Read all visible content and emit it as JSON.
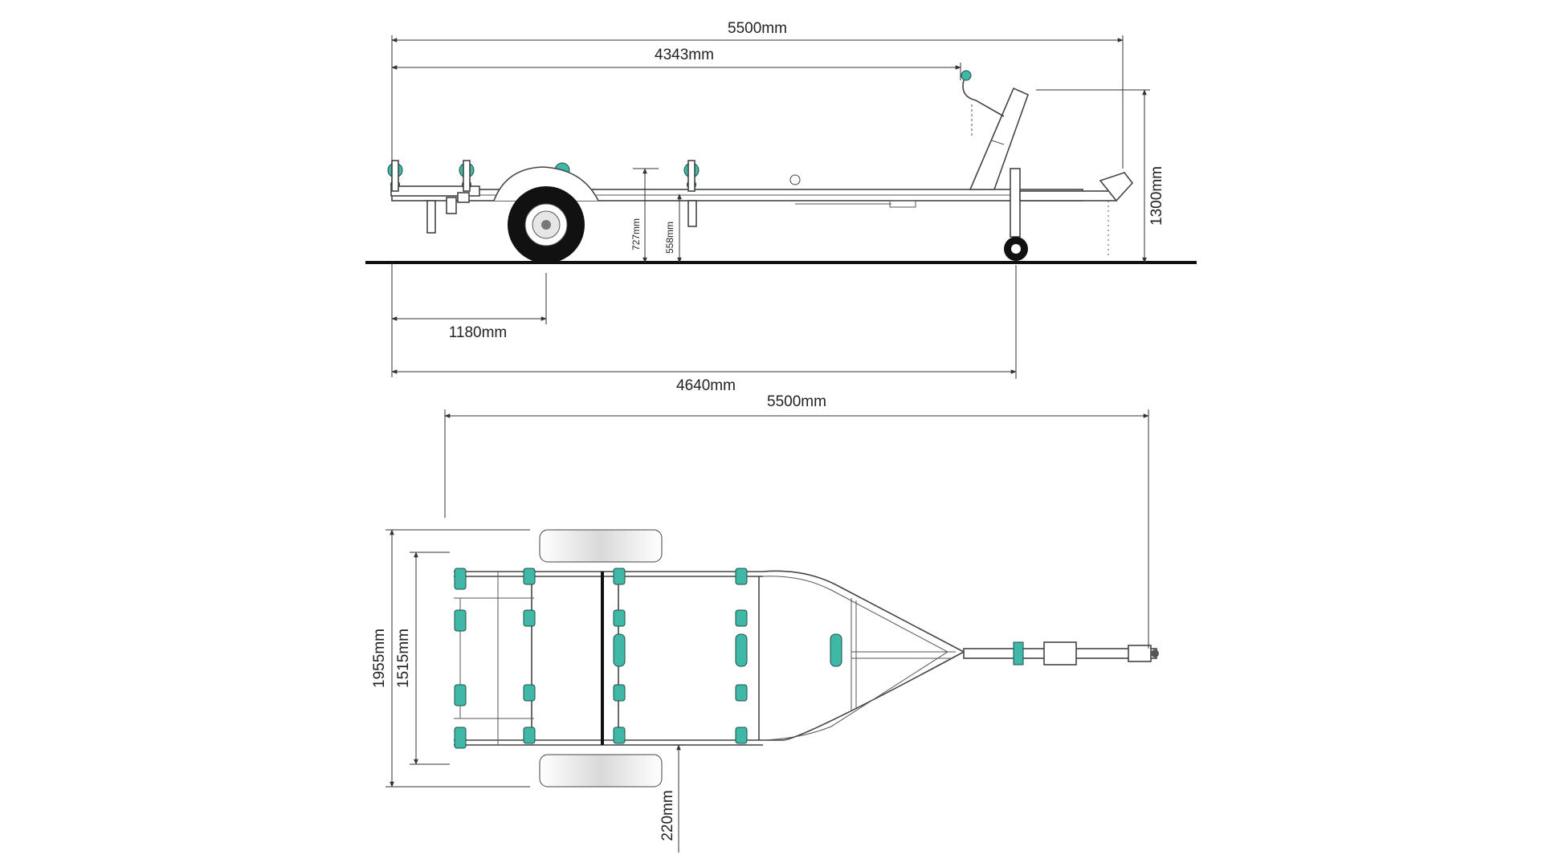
{
  "dimensions": {
    "side_total_length": "5500mm",
    "side_to_winch_post": "4343mm",
    "side_overall_height": "1300mm",
    "side_bunk_height": "727mm",
    "side_roller_height": "558mm",
    "side_rear_to_axle": "1180mm",
    "side_rear_to_jockey": "4640mm",
    "top_total_length": "5500mm",
    "top_overall_width": "1955mm",
    "top_inner_width": "1515mm",
    "top_fender_width": "220mm"
  },
  "colors": {
    "roller": "#3fb8a8",
    "roller_dark": "#1f4f4a",
    "tire": "#111111",
    "line": "#333333",
    "fender": "#e6e6e6"
  }
}
